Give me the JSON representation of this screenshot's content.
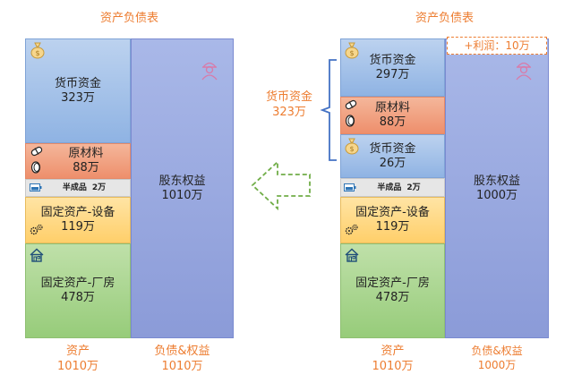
{
  "left": {
    "title": "资产负债表",
    "assets": {
      "cash": {
        "label": "货币资金",
        "value": "323万"
      },
      "raw_materials": {
        "label": "原材料",
        "value": "88万"
      },
      "semi_finished": {
        "label": "半成品",
        "value": "2万"
      },
      "fixed_equipment": {
        "label": "固定资产-设备",
        "value": "119万"
      },
      "fixed_plant": {
        "label": "固定资产-厂房",
        "value": "478万"
      }
    },
    "equity": {
      "label": "股东权益",
      "value": "1010万"
    },
    "footer_assets": {
      "label": "资产",
      "value": "1010万"
    },
    "footer_liab": {
      "label": "负债&权益",
      "value": "1010万"
    }
  },
  "right": {
    "title": "资产负债表",
    "profit_label": "+利润：10万",
    "assets": {
      "cash_top": {
        "label": "货币资金",
        "value": "297万"
      },
      "raw_materials": {
        "label": "原材料",
        "value": "88万"
      },
      "cash_mid": {
        "label": "货币资金",
        "value": "26万"
      },
      "semi_finished": {
        "label": "半成品",
        "value": "2万"
      },
      "fixed_equipment": {
        "label": "固定资产-设备",
        "value": "119万"
      },
      "fixed_plant": {
        "label": "固定资产-厂房",
        "value": "478万"
      }
    },
    "equity": {
      "label": "股东权益",
      "value": "1000万"
    },
    "footer_assets": {
      "label": "资产",
      "value": "1010万"
    },
    "footer_liab": {
      "label": "负债&权益",
      "value": "1000万"
    }
  },
  "middle": {
    "cash_sum_label": "货币资金",
    "cash_sum_value": "323万"
  },
  "icons": [
    "money-bag-icon",
    "pill-capsule-icon",
    "coin-roll-icon",
    "battery-icon",
    "gears-icon",
    "house-icon",
    "worker-icon",
    "left-arrow-icon"
  ],
  "colors": {
    "accent": "#ED7D31",
    "arrow": "#70AD47",
    "bracket": "#4472C4"
  }
}
